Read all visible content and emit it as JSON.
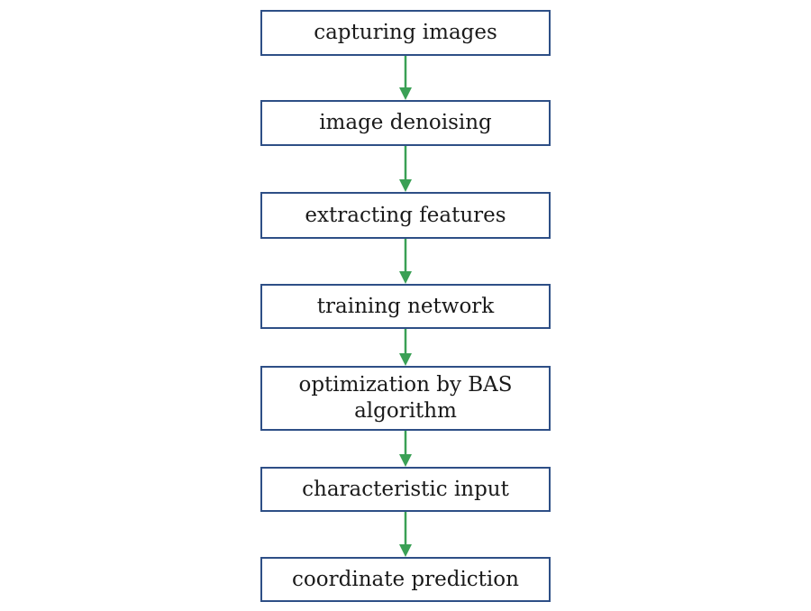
{
  "diagram": {
    "type": "flowchart",
    "direction": "top-to-bottom",
    "colors": {
      "box_border": "#2e4f86",
      "arrow": "#3aa055",
      "text": "#1a1a1a"
    },
    "steps": [
      {
        "id": "capture",
        "label": "capturing images"
      },
      {
        "id": "denoise",
        "label": "image denoising"
      },
      {
        "id": "extract",
        "label": "extracting features"
      },
      {
        "id": "train",
        "label": "training network"
      },
      {
        "id": "optimize",
        "label": "optimization by BAS algorithm"
      },
      {
        "id": "input",
        "label": "characteristic input"
      },
      {
        "id": "predict",
        "label": "coordinate prediction"
      }
    ],
    "edges": [
      {
        "from": "capture",
        "to": "denoise"
      },
      {
        "from": "denoise",
        "to": "extract"
      },
      {
        "from": "extract",
        "to": "train"
      },
      {
        "from": "train",
        "to": "optimize"
      },
      {
        "from": "optimize",
        "to": "input"
      },
      {
        "from": "input",
        "to": "predict"
      }
    ]
  }
}
